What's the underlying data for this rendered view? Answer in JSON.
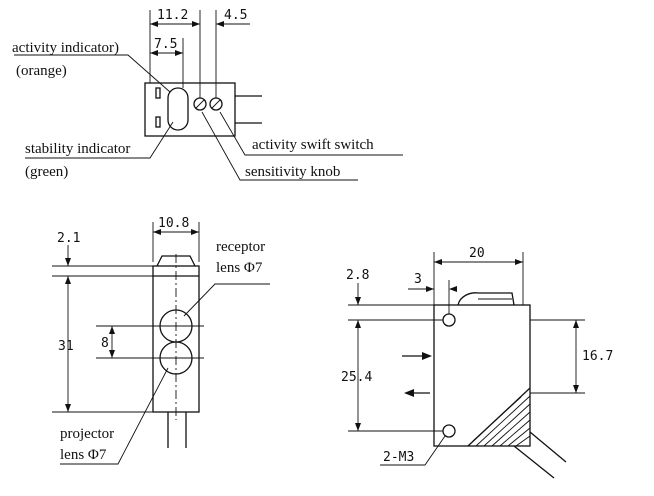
{
  "top_view": {
    "dims": {
      "d1": "11.2",
      "d2": "4.5",
      "d3": "7.5"
    },
    "labels": {
      "activity_indicator": "activity indicator)",
      "orange": "(orange)",
      "stability_indicator": "stability indicator",
      "green": "(green)",
      "activity_switch": "activity swift switch",
      "sensitivity_knob": "sensitivity knob"
    }
  },
  "front_view": {
    "dims": {
      "width": "10.8",
      "top": "2.1",
      "height": "31",
      "spacing": "8"
    },
    "labels": {
      "receptor_1": "receptor",
      "receptor_2": "lens Φ7",
      "projector_1": "projector",
      "projector_2": "lens Φ7"
    }
  },
  "side_view": {
    "dims": {
      "width": "20",
      "left_offset": "2.8",
      "hole_offset": "3",
      "height": "25.4",
      "hole_spacing": "16.7"
    },
    "labels": {
      "mount": "2-M3"
    }
  }
}
